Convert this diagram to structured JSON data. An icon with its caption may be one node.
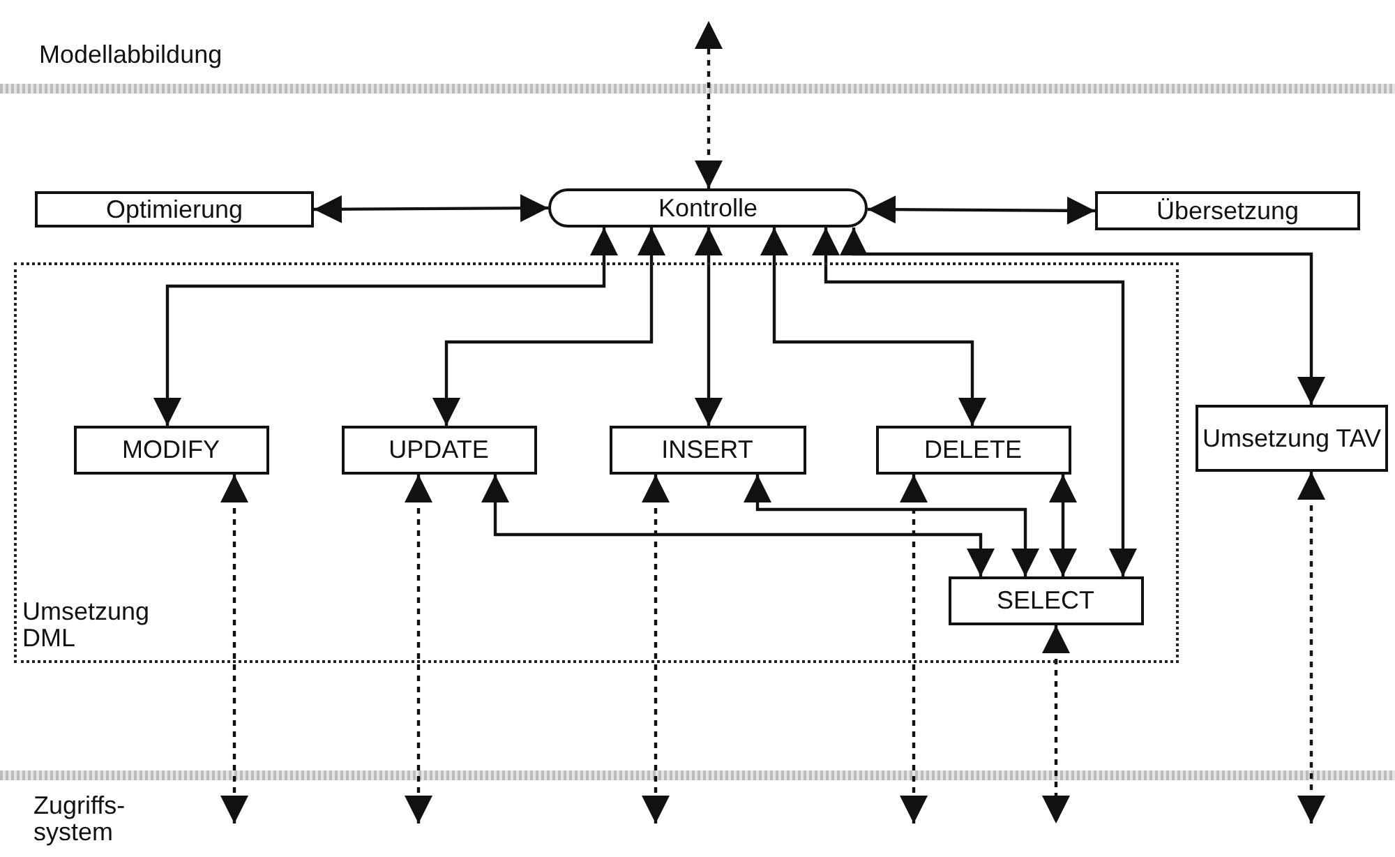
{
  "diagram": {
    "nodes": [
      {
        "text": [
          "Optimierung"
        ]
      },
      {
        "text": [
          "Kontrolle"
        ]
      },
      {
        "text": [
          "Übersetzung"
        ]
      },
      {
        "text": [
          "Umsetzung DML"
        ]
      },
      {
        "text": [
          "MODIFY"
        ],
        "in": 3
      },
      {
        "text": [
          "UPDATE"
        ],
        "in": 3
      },
      {
        "text": [
          "INSERT"
        ],
        "in": 3
      },
      {
        "text": [
          "DELETE"
        ],
        "in": 3
      },
      {
        "text": [
          "SELECT"
        ],
        "in": 3
      },
      {
        "text": [
          "Umsetzung TAV"
        ]
      }
    ],
    "edges": [
      {
        "from": 1,
        "to": null,
        "arrow": "both",
        "style": "dashed"
      },
      {
        "from": 0,
        "to": 1,
        "arrow": "both"
      },
      {
        "from": 1,
        "to": 2,
        "arrow": "both"
      },
      {
        "from": 1,
        "to": 4,
        "arrow": "both"
      },
      {
        "from": 1,
        "to": 5,
        "arrow": "both"
      },
      {
        "from": 1,
        "to": 6,
        "arrow": "both"
      },
      {
        "from": 1,
        "to": 7,
        "arrow": "both"
      },
      {
        "from": 1,
        "to": 8,
        "arrow": "both"
      },
      {
        "from": 1,
        "to": 9,
        "arrow": "both"
      },
      {
        "from": 5,
        "to": 8,
        "arrow": "both"
      },
      {
        "from": 6,
        "to": 8,
        "arrow": "both"
      },
      {
        "from": 7,
        "to": 8,
        "arrow": "both"
      },
      {
        "from": 4,
        "to": null,
        "arrow": "both",
        "style": "dashed"
      },
      {
        "from": 5,
        "to": null,
        "arrow": "both",
        "style": "dashed"
      },
      {
        "from": 6,
        "to": null,
        "arrow": "both",
        "style": "dashed"
      },
      {
        "from": 7,
        "to": null,
        "arrow": "both",
        "style": "dashed"
      },
      {
        "from": 8,
        "to": null,
        "arrow": "both",
        "style": "dashed"
      },
      {
        "from": 9,
        "to": null,
        "arrow": "both",
        "style": "dashed"
      }
    ],
    "labels": [
      "Modellabbildung",
      "Zugriffs- system"
    ]
  }
}
